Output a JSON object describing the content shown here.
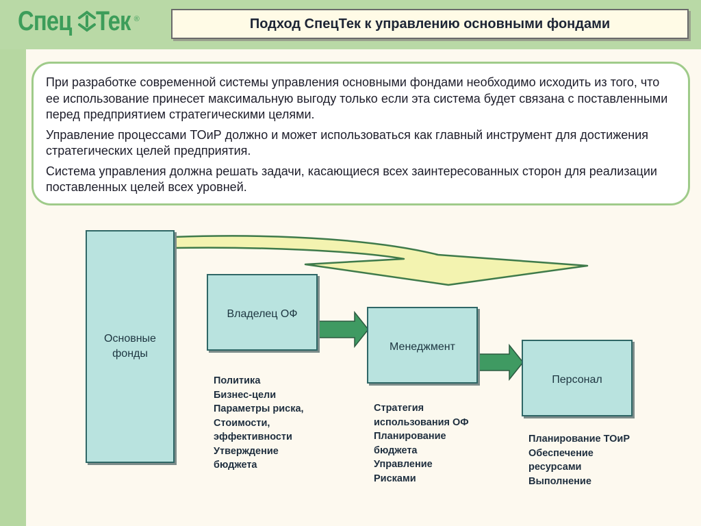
{
  "logo": {
    "part1": "Спец",
    "part2": "Тек",
    "reg": "®"
  },
  "header": {
    "title": "Подход СпецТек к управлению основными фондами"
  },
  "intro": {
    "paragraphs": [
      "При разработке современной системы управления основными фондами необходимо исходить из того, что ее использование принесет максимальную выгоду только если эта система будет связана с поставленными перед предприятием стратегическими целями.",
      "Управление процессами ТОиР должно и может использоваться как главный инструмент для достижения стратегических целей предприятия.",
      "Система управления должна решать задачи, касающиеся всех заинтересованных сторон для реализации поставленных целей всех уровней."
    ]
  },
  "diagram": {
    "assets": {
      "line1": "Основные",
      "line2": "фонды"
    },
    "owner": {
      "label": "Владелец ОФ",
      "items": [
        "Политика",
        "Бизнес-цели",
        "Параметры риска,",
        "Стоимости,",
        "эффективности",
        "Утверждение",
        "бюджета"
      ]
    },
    "management": {
      "label": "Менеджмент",
      "items": [
        "Стратегия",
        "использования ОФ",
        "Планирование",
        "бюджета",
        "Управление",
        "Рисками"
      ]
    },
    "staff": {
      "label": "Персонал",
      "items": [
        "Планирование ТОиР",
        "Обеспечение",
        "ресурсами",
        "Выполнение"
      ]
    }
  },
  "colors": {
    "band": "#b9d9a6",
    "box_fill": "#b9e3df",
    "box_border": "#2f6766",
    "arrow_green": "#3f9a62",
    "arrow_yellow": "#f3f3b0",
    "logo_green": "#3d9d5a"
  }
}
